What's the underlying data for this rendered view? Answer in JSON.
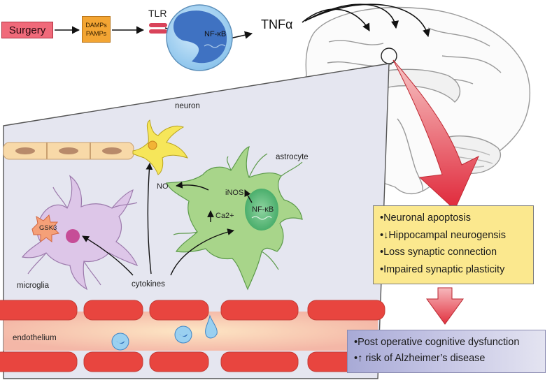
{
  "pathway": {
    "surgery": "Surgery",
    "damps": "DAMPs",
    "pamps": "PAMPs",
    "tlr": "TLR",
    "nfkb_nucleus": "NF-κB",
    "tnf": "TNFα"
  },
  "cells": {
    "neuron": "neuron",
    "astrocyte": "astrocyte",
    "microglia": "microglia",
    "endothelium": "endothelium",
    "cytokines": "cytokines",
    "gsk3": "GSK3",
    "no": "NO",
    "inos": "iNOS",
    "ca2": "Ca2+",
    "nfkb_astro": "NF-κB"
  },
  "effects": [
    "•Neuronal apoptosis",
    "•↓Hippocampal neurogensis",
    "•Loss synaptic connection",
    "•Impaired synaptic plasticity"
  ],
  "outcomes": [
    "•Post operative cognitive dysfunction",
    "•↑ risk of Alzheimer’s disease"
  ],
  "colors": {
    "surgery": "#f06a7a",
    "damps": "#f3a533",
    "effects_box": "#fbe88e",
    "outcome_box": "#b8bae0",
    "panel_bg": "#e5e6f0",
    "vessel": "#e8453f",
    "astrocyte": "#a8d58a",
    "microglia": "#ddc6e8",
    "neuron": "#f6e65a",
    "arrow_red": "#e73a4a"
  }
}
